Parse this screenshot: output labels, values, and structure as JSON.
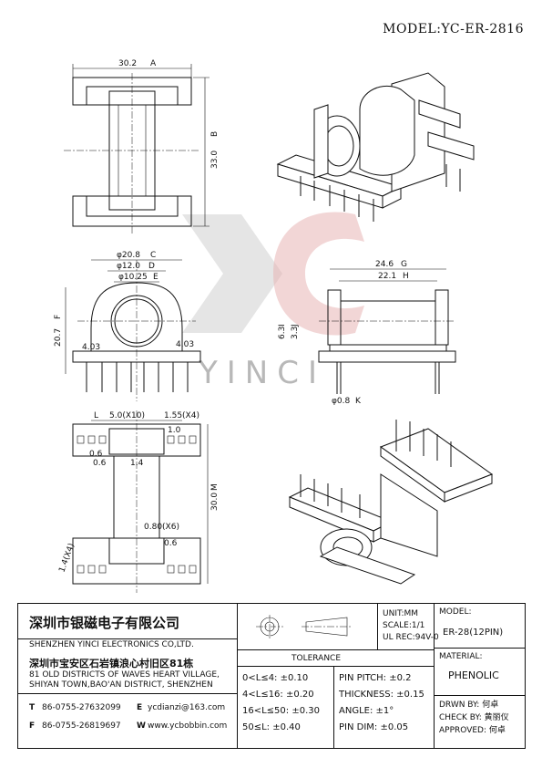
{
  "header": {
    "model": "MODEL:YC-ER-2816"
  },
  "watermark": {
    "text": "YINCI"
  },
  "dimensions": {
    "top_view": {
      "width": "30.2",
      "width_tag": "A",
      "height": "33.0",
      "height_tag": "B"
    },
    "front_view": {
      "d1": "φ20.8",
      "d1_tag": "C",
      "d2": "φ12.0",
      "d2_tag": "D",
      "d3": "φ10.25",
      "d3_tag": "E",
      "height": "20.7",
      "height_tag": "F",
      "left": "4.03",
      "right": "4.03"
    },
    "side_view": {
      "w1": "24.6",
      "w1_tag": "G",
      "w2": "22.1",
      "w2_tag": "H",
      "h1": "6.3",
      "h1_tag": "I",
      "h2": "3.3",
      "h2_tag": "J",
      "pin": "φ0.8",
      "pin_tag": "K"
    },
    "bottom_view": {
      "pitch": "5.0(X10)",
      "pitch_tag": "L",
      "edge": "1.55(X4)",
      "s1": "0.6",
      "s2": "1.4",
      "slot": "0.80(X6)",
      "s3": "0.6",
      "height": "30.0",
      "height_tag": "M",
      "side": "1.4(X4)",
      "r": "1.0",
      "n": "0.6"
    }
  },
  "company": {
    "name_cn": "深圳市银磁电子有限公司",
    "name_en": "SHENZHEN YINCI ELECTRONICS CO,LTD.",
    "address_cn": "深圳市宝安区石岩镇浪心村旧区81栋",
    "address_en1": "81 OLD DISTRICTS OF WAVES HEART VILLAGE,",
    "address_en2": "SHIYAN TOWN,BAO'AN DISTRICT, SHENZHEN",
    "tel_label": "T",
    "tel": "86-0755-27632099",
    "email_label": "E",
    "email": "ycdianzi@163.com",
    "fax_label": "F",
    "fax": "86-0755-26819697",
    "web_label": "W",
    "web": "www.ycbobbin.com"
  },
  "specs": {
    "unit": "UNIT:MM",
    "scale": "SCALE:1/1",
    "ul": "UL REC:94V-0"
  },
  "tolerance": {
    "title": "TOLERANCE",
    "left": [
      "0<L≤4: ±0.10",
      "4<L≤16: ±0.20",
      "16<L≤50: ±0.30",
      "50≤L: ±0.40"
    ],
    "right": [
      "PIN PITCH: ±0.2",
      "THICKNESS: ±0.15",
      "ANGLE: ±1°",
      "PIN DIM: ±0.05"
    ]
  },
  "model_box": {
    "label": "MODEL:",
    "value": "ER-28(12PIN)"
  },
  "material_box": {
    "label": "MATERIAL:",
    "value": "PHENOLIC"
  },
  "signoff": {
    "drawn": "DRWN BY: 何卓",
    "check": "CHECK BY: 黄丽仪",
    "approved": "APPROVED: 何卓"
  },
  "colors": {
    "line": "#111111",
    "watermark": "#b8b8b8",
    "watermark_red": "#e8b4b4"
  }
}
